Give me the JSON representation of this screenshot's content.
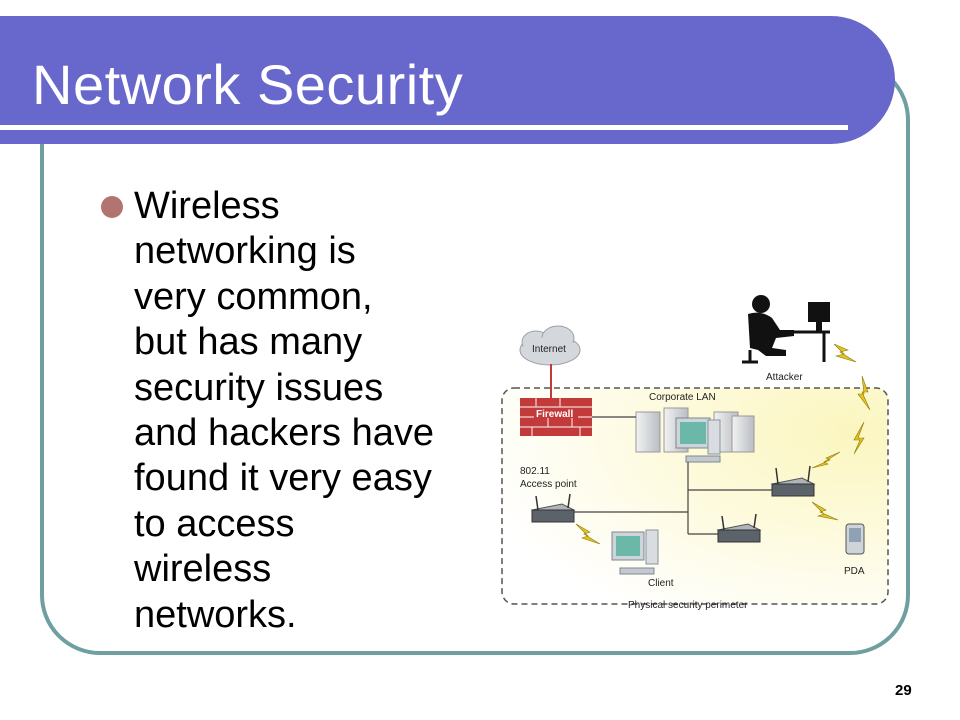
{
  "slide": {
    "title": "Network Security",
    "bullet": "Wireless\nnetworking is\nvery common,\nbut has many\nsecurity issues\nand hackers have\nfound it very easy\nto access\nwireless\nnetworks.",
    "page_number": "29"
  },
  "diagram": {
    "internet": "Internet",
    "firewall": "Firewall",
    "corporate_lan": "Corporate LAN",
    "access_point_line1": "802.11",
    "access_point_line2": "Access point",
    "attacker": "Attacker",
    "client": "Client",
    "pda": "PDA",
    "perimeter": "Physical security perimeter"
  },
  "colors": {
    "title_bar": "#6767cc",
    "frame_border": "#6f9fa0",
    "bullet": "#b2746f",
    "firewall": "#c23a3a",
    "lightning": "#e8c21a",
    "perimeter_fill": "#fbf8d2"
  }
}
